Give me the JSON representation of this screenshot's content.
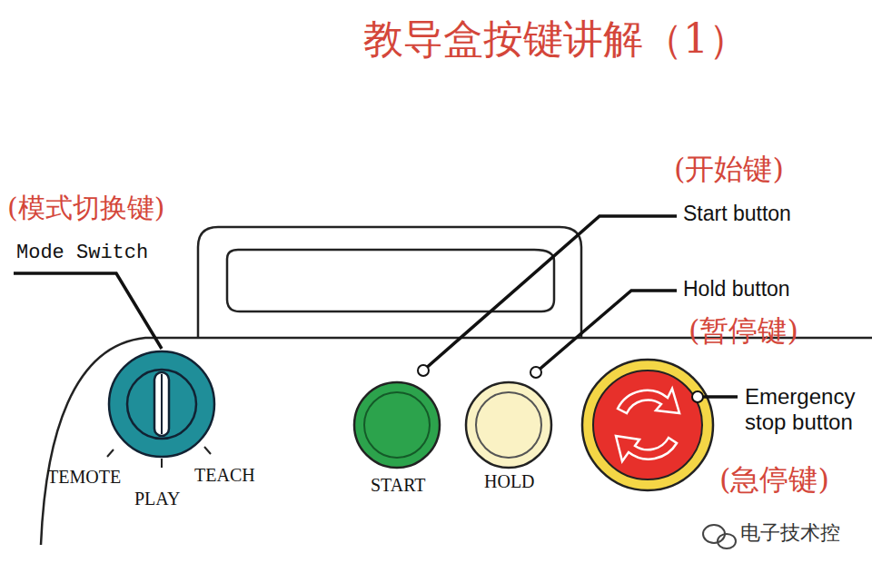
{
  "diagram": {
    "title": "教导盒按键讲解（1）",
    "labels": [
      "(模式切换键)",
      "Mode Switch",
      "TEMOTE",
      "PLAY",
      "TEACH",
      "(开始键)",
      "Start button",
      "START",
      "Hold button",
      "(暂停键)",
      "HOLD",
      "Emergency stop button",
      "(急停键)",
      "电子技术控"
    ]
  }
}
